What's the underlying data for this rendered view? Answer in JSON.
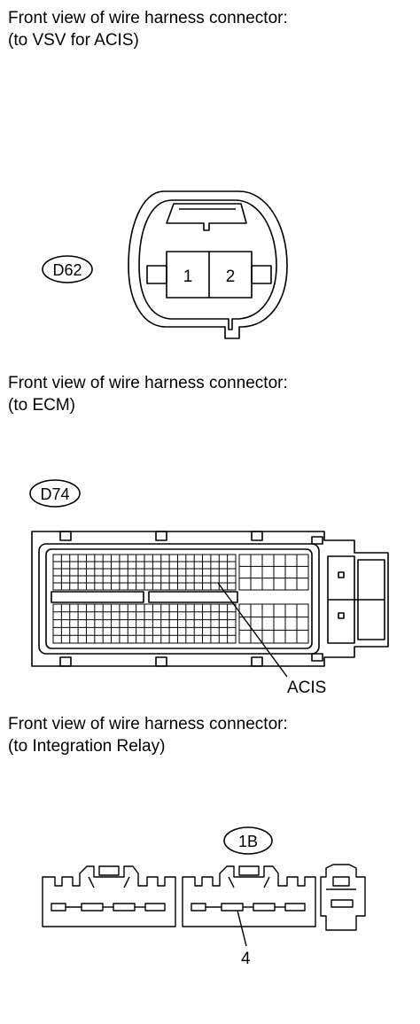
{
  "connectors": [
    {
      "caption_line1": "Front view of wire harness connector:",
      "caption_line2": "(to VSV for ACIS)",
      "code": "D62",
      "pins": [
        "1",
        "2"
      ]
    },
    {
      "caption_line1": "Front view of wire harness connector:",
      "caption_line2": "(to ECM)",
      "code": "D74",
      "callout": "ACIS"
    },
    {
      "caption_line1": "Front view of wire harness connector:",
      "caption_line2": "(to Integration Relay)",
      "code": "1B",
      "callout": "4"
    }
  ]
}
